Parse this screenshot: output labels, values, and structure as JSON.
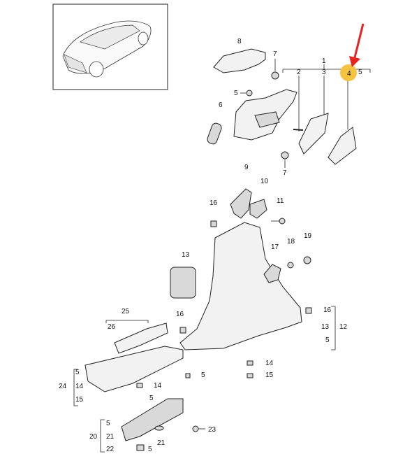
{
  "highlight": {
    "label": "4",
    "color": "#f5c242",
    "arrow_color": "#e8221e"
  },
  "callouts": [
    {
      "id": "c1",
      "text": "1"
    },
    {
      "id": "c2",
      "text": "2"
    },
    {
      "id": "c3",
      "text": "3"
    },
    {
      "id": "c5",
      "text": "5"
    },
    {
      "id": "c6",
      "text": "6"
    },
    {
      "id": "c7a",
      "text": "7"
    },
    {
      "id": "c7b",
      "text": "7"
    },
    {
      "id": "c8",
      "text": "8"
    },
    {
      "id": "c9",
      "text": "9"
    },
    {
      "id": "c10",
      "text": "10"
    },
    {
      "id": "c11",
      "text": "11"
    },
    {
      "id": "c13a",
      "text": "13"
    },
    {
      "id": "c16a",
      "text": "16"
    },
    {
      "id": "c16b",
      "text": "16"
    },
    {
      "id": "c16c",
      "text": "16"
    },
    {
      "id": "c17",
      "text": "17"
    },
    {
      "id": "c18",
      "text": "18"
    },
    {
      "id": "c19",
      "text": "19"
    },
    {
      "id": "c13b",
      "text": "13"
    },
    {
      "id": "c12",
      "text": "12"
    },
    {
      "id": "c5b",
      "text": "5"
    },
    {
      "id": "c25",
      "text": "25"
    },
    {
      "id": "c26",
      "text": "26"
    },
    {
      "id": "c5c",
      "text": "5"
    },
    {
      "id": "c24",
      "text": "24"
    },
    {
      "id": "c14a",
      "text": "14"
    },
    {
      "id": "c15a",
      "text": "15"
    },
    {
      "id": "c5d",
      "text": "5"
    },
    {
      "id": "c14b",
      "text": "14"
    },
    {
      "id": "c14c",
      "text": "14"
    },
    {
      "id": "c15b",
      "text": "15"
    },
    {
      "id": "c5e",
      "text": "5"
    },
    {
      "id": "c5f",
      "text": "5"
    },
    {
      "id": "c20",
      "text": "20"
    },
    {
      "id": "c21a",
      "text": "21"
    },
    {
      "id": "c22",
      "text": "22"
    },
    {
      "id": "c5g",
      "text": "5"
    },
    {
      "id": "c21b",
      "text": "21"
    },
    {
      "id": "c23",
      "text": "23"
    },
    {
      "id": "c5h",
      "text": "5"
    }
  ]
}
